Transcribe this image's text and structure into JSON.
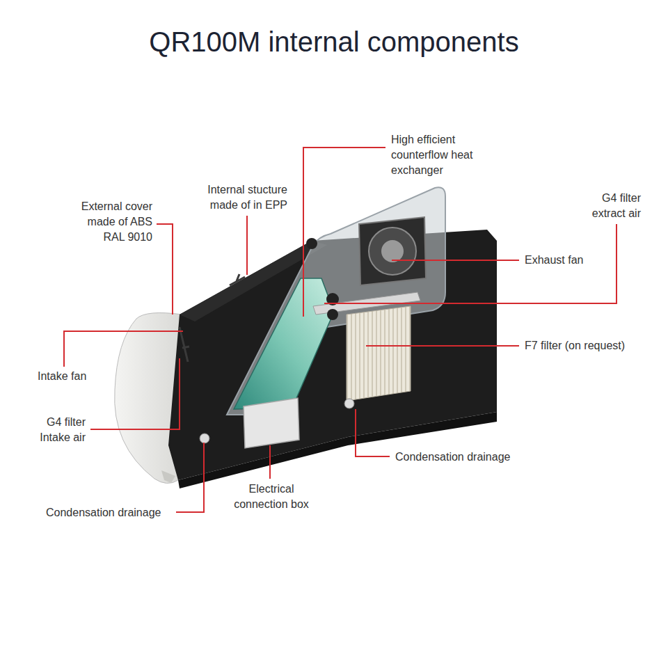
{
  "diagram": {
    "title": "QR100M internal components",
    "labels": [
      "High efficient counterflow heat exchanger",
      "Internal stucture made of in EPP",
      "External cover made of ABS RAL 9010",
      "G4 filter extract air",
      "Exhaust fan",
      "F7 filter (on request)",
      "Intake fan",
      "G4 filter Intake air",
      "Condensation drainage",
      "Electrical connection box",
      "Condensation drainage"
    ]
  }
}
